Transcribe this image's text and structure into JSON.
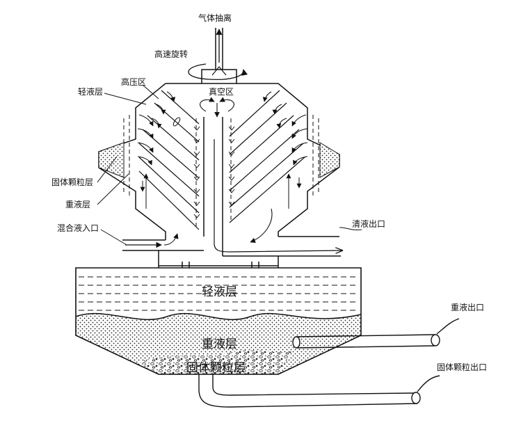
{
  "labels": {
    "gas_extraction": "气体抽离",
    "high_speed_rotation": "高速旋转",
    "light_liquid_layer_top": "轻液层",
    "high_pressure_zone": "高压区",
    "vacuum_zone": "真空区",
    "solid_particle_layer_left": "固体颗粒层",
    "heavy_liquid_layer_left": "重液层",
    "mixed_liquid_inlet": "混合液入口",
    "clear_liquid_outlet": "清液出口",
    "light_liquid_layer_tank": "轻液层",
    "heavy_liquid_layer_tank": "重液层",
    "solid_particle_layer_tank": "固体颗粒层",
    "heavy_liquid_outlet": "重液出口",
    "solid_particle_outlet": "固体颗粒出口"
  },
  "colors": {
    "stroke": "#111111",
    "background": "#ffffff"
  }
}
